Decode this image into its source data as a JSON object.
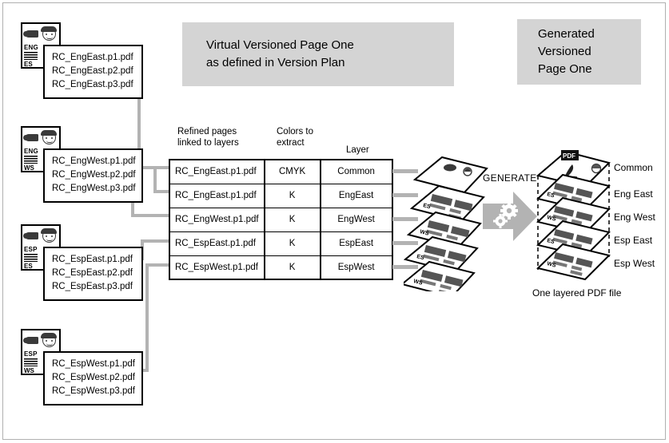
{
  "diagram": {
    "title_boxes": {
      "virtual": "Virtual Versioned Page One\nas defined in Version Plan",
      "virtual_line1": "Virtual Versioned Page One",
      "virtual_line2": "as defined in Version Plan",
      "generated_line1": "Generated",
      "generated_line2": "Versioned",
      "generated_line3": "Page One"
    },
    "sources": [
      {
        "lang": "ENG",
        "region": "ES",
        "files": [
          "RC_EngEast.p1.pdf",
          "RC_EngEast.p2.pdf",
          "RC_EngEast.p3.pdf"
        ]
      },
      {
        "lang": "ENG",
        "region": "WS",
        "files": [
          "RC_EngWest.p1.pdf",
          "RC_EngWest.p2.pdf",
          "RC_EngWest.p3.pdf"
        ]
      },
      {
        "lang": "ESP",
        "region": "ES",
        "files": [
          "RC_EspEast.p1.pdf",
          "RC_EspEast.p2.pdf",
          "RC_EspEast.p3.pdf"
        ]
      },
      {
        "lang": "ESP",
        "region": "WS",
        "files": [
          "RC_EspWest.p1.pdf",
          "RC_EspWest.p2.pdf",
          "RC_EspWest.p3.pdf"
        ]
      }
    ],
    "table": {
      "headers": {
        "col1_line1": "Refined pages",
        "col1_line2": "linked to layers",
        "col2_line1": "Colors to",
        "col2_line2": "extract",
        "col3": "Layer"
      },
      "rows": [
        {
          "file": "RC_EngEast.p1.pdf",
          "color": "CMYK",
          "layer": "Common"
        },
        {
          "file": "RC_EngEast.p1.pdf",
          "color": "K",
          "layer": "EngEast"
        },
        {
          "file": "RC_EngWest.p1.pdf",
          "color": "K",
          "layer": "EngWest"
        },
        {
          "file": "RC_EspEast.p1.pdf",
          "color": "K",
          "layer": "EspEast"
        },
        {
          "file": "RC_EspWest.p1.pdf",
          "color": "K",
          "layer": "EspWest"
        }
      ]
    },
    "generate": {
      "label": "GENERATE"
    },
    "output": {
      "layer_labels": [
        "Common",
        "Eng East",
        "Eng West",
        "Esp East",
        "Esp West"
      ],
      "caption": "One layered PDF file"
    },
    "colors": {
      "gray_box": "#d4d4d4",
      "connector": "#b3b3b3",
      "arrow": "#b3b3b3",
      "frame": "#b0b0b0",
      "ink": "#000000"
    }
  }
}
